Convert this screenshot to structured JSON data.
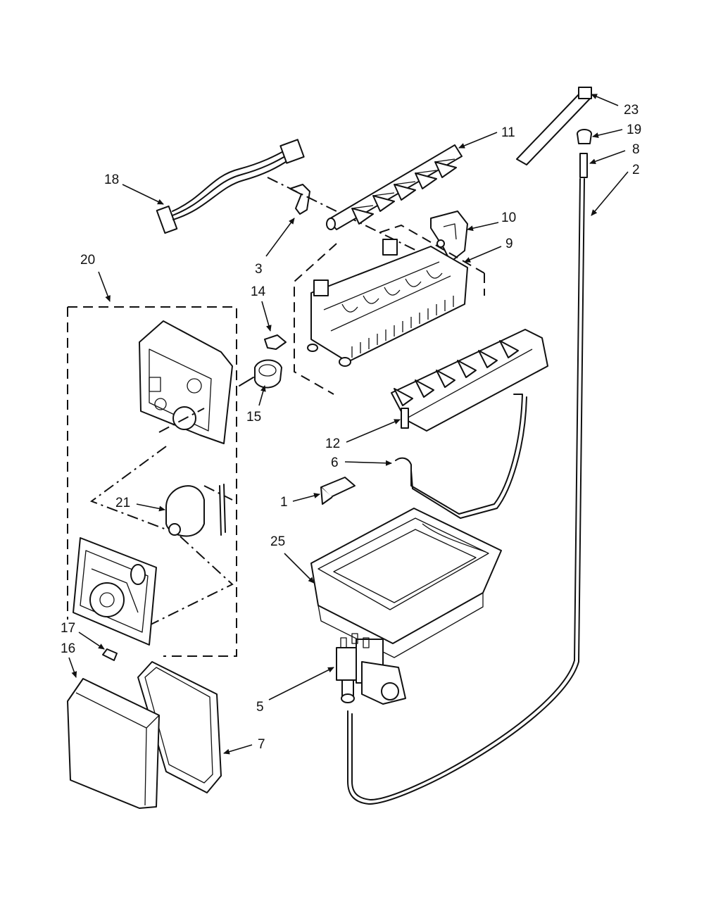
{
  "callouts": [
    {
      "id": "1",
      "label": "1"
    },
    {
      "id": "2",
      "label": "2"
    },
    {
      "id": "3",
      "label": "3"
    },
    {
      "id": "5",
      "label": "5"
    },
    {
      "id": "6",
      "label": "6"
    },
    {
      "id": "7",
      "label": "7"
    },
    {
      "id": "8",
      "label": "8"
    },
    {
      "id": "9",
      "label": "9"
    },
    {
      "id": "10",
      "label": "10"
    },
    {
      "id": "11",
      "label": "11"
    },
    {
      "id": "12",
      "label": "12"
    },
    {
      "id": "14",
      "label": "14"
    },
    {
      "id": "15",
      "label": "15"
    },
    {
      "id": "16",
      "label": "16"
    },
    {
      "id": "17",
      "label": "17"
    },
    {
      "id": "18",
      "label": "18"
    },
    {
      "id": "19",
      "label": "19"
    },
    {
      "id": "20",
      "label": "20"
    },
    {
      "id": "21",
      "label": "21"
    },
    {
      "id": "23",
      "label": "23"
    },
    {
      "id": "25",
      "label": "25"
    }
  ]
}
